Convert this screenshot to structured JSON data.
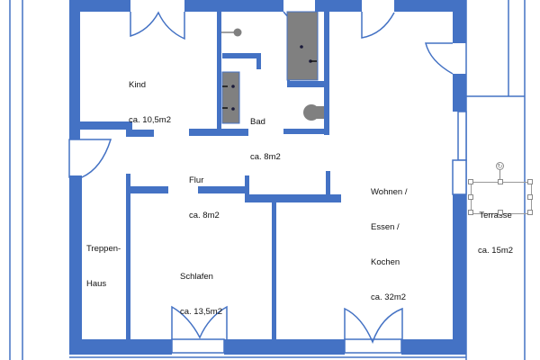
{
  "plan": {
    "wall_color": "#4472C4",
    "fixture_color": "#808080",
    "rooms": [
      {
        "id": "kind",
        "name": "Kind",
        "area": "ca. 10,5m2"
      },
      {
        "id": "bad",
        "name": "Bad",
        "area": "ca. 8m2"
      },
      {
        "id": "flur",
        "name": "Flur",
        "area": "ca. 8m2"
      },
      {
        "id": "wohnen",
        "name": "Wohnen /",
        "name2": "Essen /",
        "name3": "Kochen",
        "area": "ca. 32m2"
      },
      {
        "id": "treppenhaus",
        "name": "Treppen-",
        "name2": "Haus"
      },
      {
        "id": "schlafen",
        "name": "Schlafen",
        "area": "ca. 13,5m2"
      },
      {
        "id": "terrasse",
        "name": "Terrasse",
        "area": "ca. 15m2"
      }
    ],
    "selection": {
      "target": "terrasse",
      "rotate_icon": "↻"
    }
  }
}
